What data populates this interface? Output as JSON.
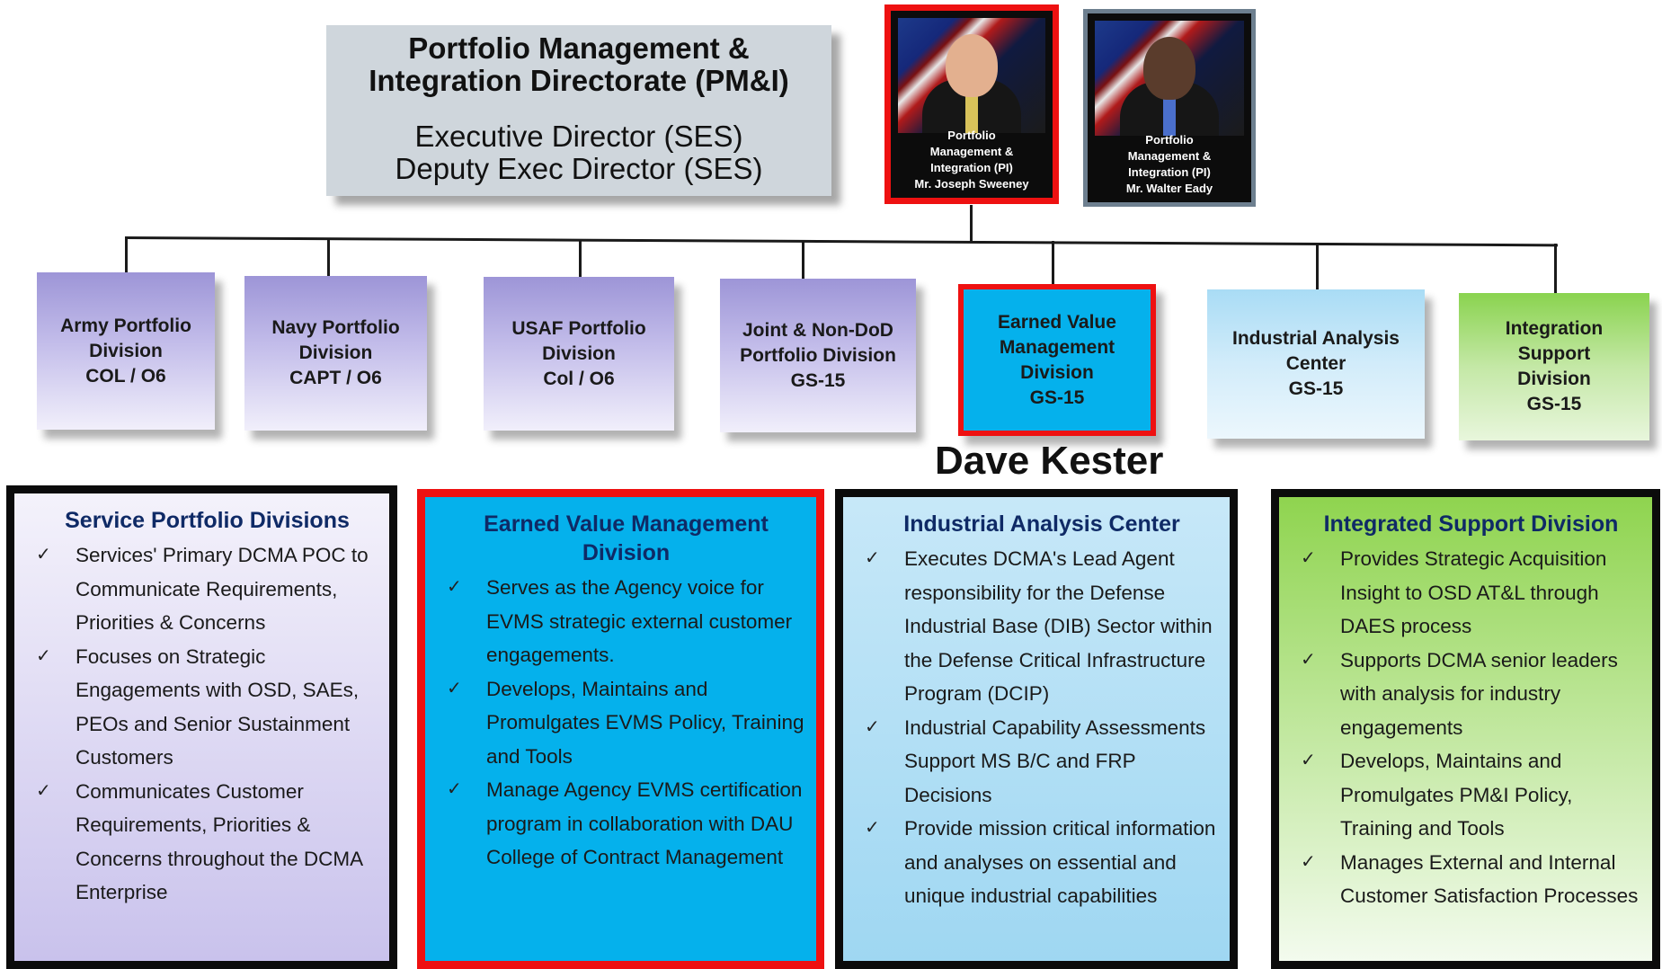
{
  "header": {
    "title_line1": "Portfolio Management &",
    "title_line2": "Integration Directorate (PM&I)",
    "sub_line1": "Executive Director (SES)",
    "sub_line2": "Deputy Exec Director (SES)"
  },
  "photos": [
    {
      "caption": [
        "Portfolio",
        "Management &",
        "Integration (PI)",
        "Mr. Joseph Sweeney"
      ],
      "highlight": true,
      "tie_color": "#d8c25a",
      "skin": "#e3b08f"
    },
    {
      "caption": [
        "Portfolio",
        "Management &",
        "Integration (PI)",
        "Mr. Walter Eady"
      ],
      "highlight": false,
      "tie_color": "#4a6fcc",
      "skin": "#5a3c2c"
    }
  ],
  "divisions": [
    {
      "lines": [
        "Army Portfolio",
        "Division",
        "COL / O6"
      ],
      "style": "purple"
    },
    {
      "lines": [
        "Navy Portfolio",
        "Division",
        "CAPT / O6"
      ],
      "style": "purple"
    },
    {
      "lines": [
        "USAF Portfolio",
        "Division",
        "Col / O6"
      ],
      "style": "purple"
    },
    {
      "lines": [
        "Joint & Non-DoD",
        "Portfolio Division",
        "GS-15"
      ],
      "style": "purple"
    },
    {
      "lines": [
        "Earned Value",
        "Management",
        "Division",
        "GS-15"
      ],
      "style": "cyan",
      "highlight": true
    },
    {
      "lines": [
        "Industrial Analysis",
        "Center",
        "GS-15"
      ],
      "style": "lblue"
    },
    {
      "lines": [
        "Integration",
        "Support",
        "Division",
        "GS-15"
      ],
      "style": "green"
    }
  ],
  "highlight_color": "#ee1111",
  "person_name": "Dave Kester",
  "details": [
    {
      "title": "Service Portfolio Divisions",
      "items": [
        "Services' Primary DCMA POC to Communicate Requirements, Priorities & Concerns",
        "Focuses on Strategic Engagements with OSD, SAEs, PEOs and Senior Sustainment Customers",
        "Communicates Customer Requirements, Priorities & Concerns throughout the DCMA Enterprise"
      ]
    },
    {
      "title": "Earned Value Management Division",
      "items": [
        "Serves as the Agency voice for EVMS strategic external customer engagements.",
        "Develops, Maintains and Promulgates EVMS Policy, Training and Tools",
        "Manage Agency EVMS certification program in collaboration with DAU College of Contract Management"
      ]
    },
    {
      "title": "Industrial Analysis Center",
      "items": [
        "Executes DCMA's Lead Agent responsibility for the Defense Industrial Base (DIB) Sector within the Defense Critical Infrastructure Program (DCIP)",
        "Industrial Capability Assessments Support MS B/C and FRP Decisions",
        "Provide mission critical information and analyses on essential and unique industrial capabilities"
      ]
    },
    {
      "title": "Integrated Support Division",
      "items": [
        "Provides Strategic Acquisition Insight to OSD AT&L through DAES process",
        "Supports DCMA senior leaders with analysis for industry engagements",
        "Develops, Maintains and Promulgates PM&I Policy, Training and Tools",
        "Manages External and Internal Customer Satisfaction Processes"
      ]
    }
  ]
}
